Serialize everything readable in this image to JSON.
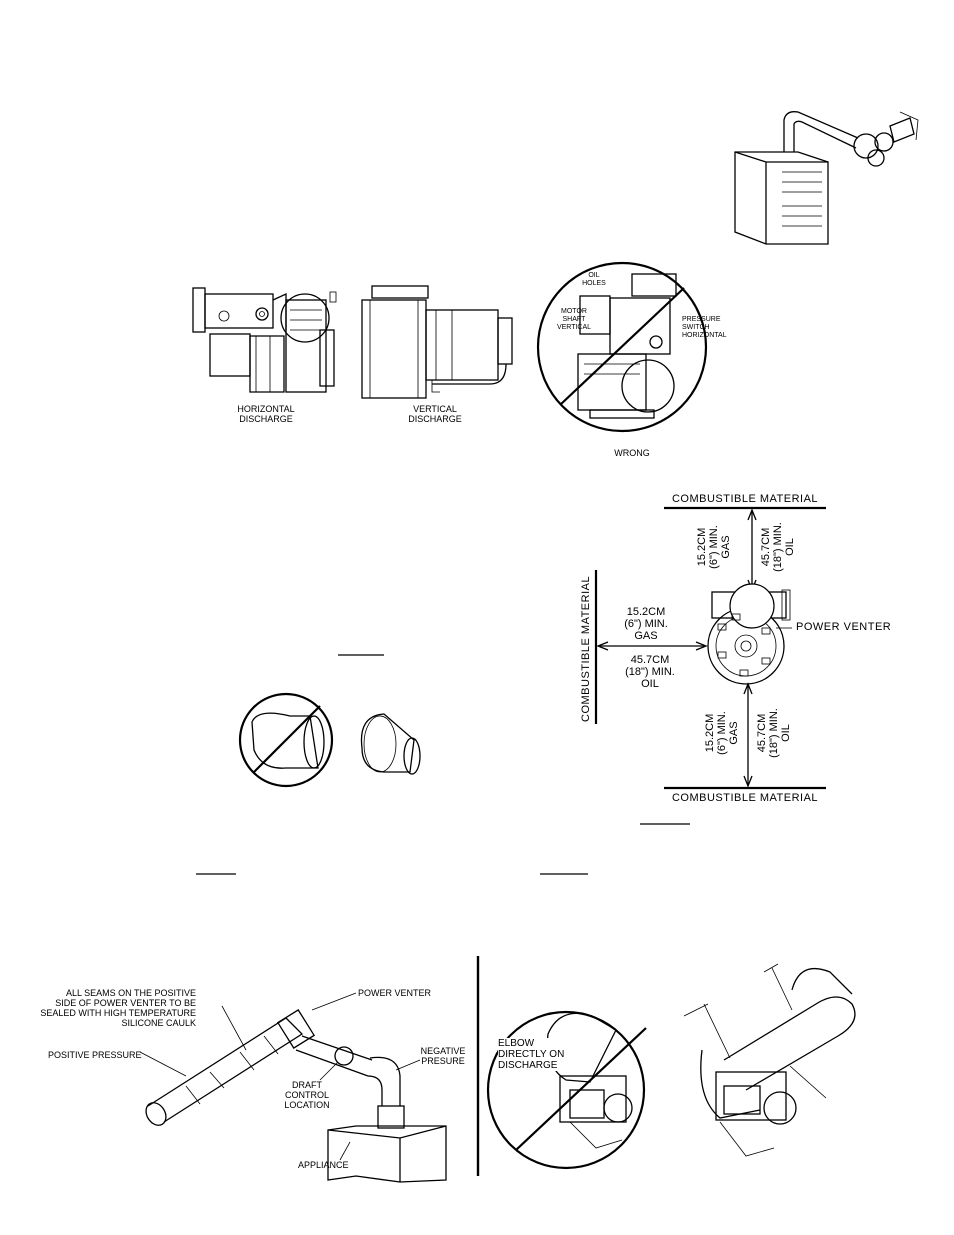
{
  "figures": {
    "discharge": {
      "horizontal": [
        "HORIZONTAL",
        "DISCHARGE"
      ],
      "vertical": [
        "VERTICAL",
        "DISCHARGE"
      ],
      "wrong_caption": "WRONG",
      "oil_holes": [
        "OIL",
        "HOLES"
      ],
      "motor_shaft": [
        "MOTOR",
        "SHAFT",
        "VERTICAL"
      ],
      "pressure_switch": [
        "PRESSURE",
        "SWITCH",
        "HORIZONTAL"
      ]
    },
    "clearances": {
      "top_material": "COMBUSTIBLE MATERIAL",
      "bottom_material": "COMBUSTIBLE MATERIAL",
      "left_material": "COMBUSTIBLE MATERIAL",
      "power_venter": "POWER VENTER",
      "gas_side": [
        "15.2cm",
        "(6\")  MIN.",
        "GAS"
      ],
      "oil_side": [
        "45.7cm",
        "(18\")  MIN.",
        "OIL"
      ],
      "gas_top": [
        "15.2cm",
        "(6\")  MIN.",
        "GAS"
      ],
      "oil_top": [
        "45.7cm",
        "(18\")  MIN.",
        "OIL"
      ],
      "gas_bottom": [
        "15.2cm",
        "(6\")  MIN.",
        "GAS"
      ],
      "oil_bottom": [
        "45.7cm",
        "(18\")  MIN.",
        "OIL"
      ]
    },
    "venting": {
      "seams_note": [
        "ALL SEAMS ON THE POSITIVE",
        "SIDE OF POWER VENTER TO BE",
        "SEALED WITH HIGH TEMPERATURE",
        "SILICONE CAULK"
      ],
      "power_venter": "POWER VENTER",
      "positive_pressure": "POSITIVE PRESSURE",
      "negative_pressure": [
        "NEGATIVE",
        "PRESURE"
      ],
      "draft_control": [
        "DRAFT",
        "CONTROL",
        "LOCATION"
      ],
      "appliance": "APPLIANCE",
      "elbow_note": [
        "ELBOW",
        "DIRECTLY ON",
        "DISCHARGE"
      ]
    }
  }
}
